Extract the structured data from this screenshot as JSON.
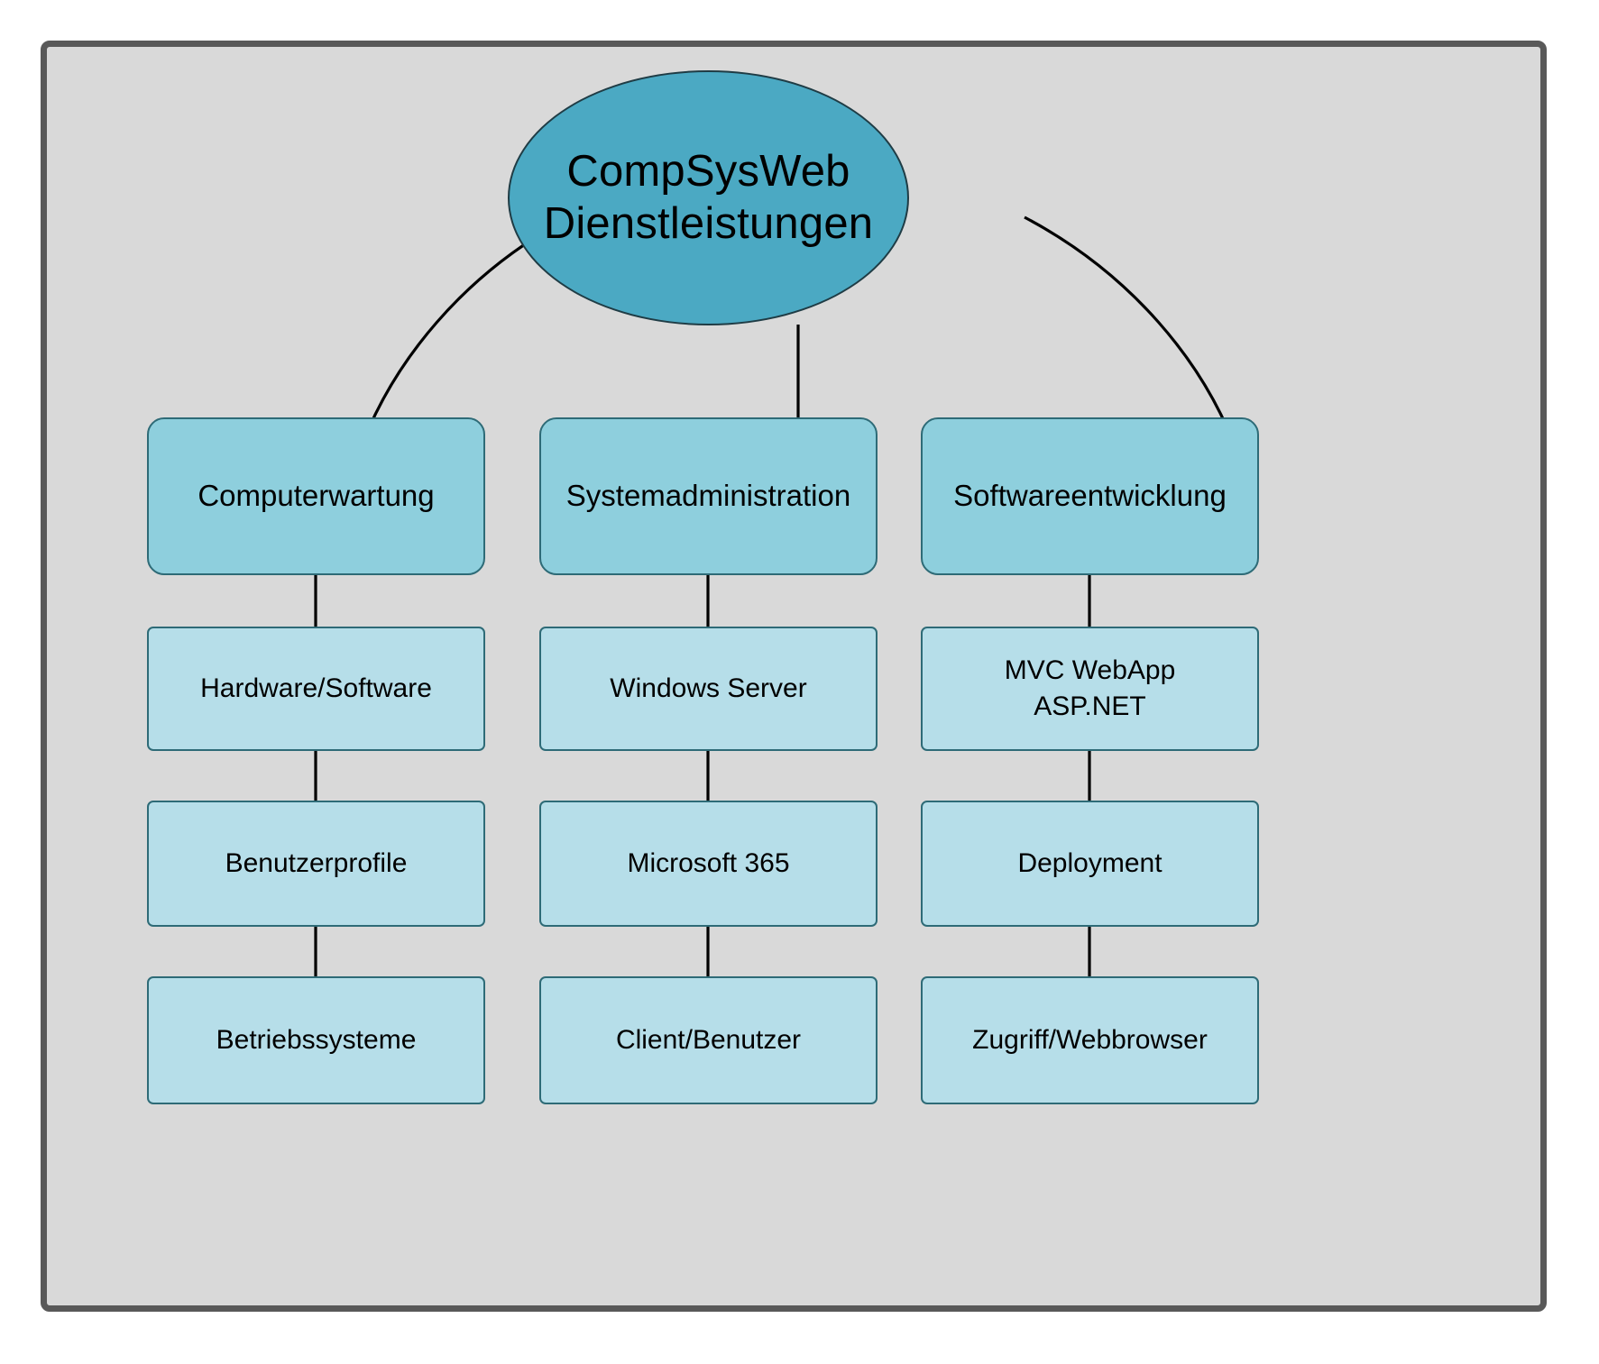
{
  "diagram": {
    "title": "CompSysWeb Dienstleistungen",
    "background_color": "#d9d9d9",
    "frame_border_color": "#595959",
    "root": {
      "name": "root-node",
      "line1": "CompSysWeb",
      "line2": "Dienstleistungen",
      "shape": "ellipse",
      "fill": "#4ba9c3"
    },
    "branches": [
      {
        "id": "computerwartung",
        "label": "Computerwartung",
        "fill": "#8ecfdd",
        "children": [
          {
            "id": "hardware-software",
            "label": "Hardware/Software",
            "fill": "#b6dee9"
          },
          {
            "id": "benutzerprofile",
            "label": "Benutzerprofile",
            "fill": "#b6dee9"
          },
          {
            "id": "betriebssysteme",
            "label": "Betriebssysteme",
            "fill": "#b6dee9"
          }
        ]
      },
      {
        "id": "systemadministration",
        "label": "Systemadministration",
        "fill": "#8ecfdd",
        "children": [
          {
            "id": "windows-server",
            "label": "Windows Server",
            "fill": "#b6dee9"
          },
          {
            "id": "microsoft-365",
            "label": "Microsoft 365",
            "fill": "#b6dee9"
          },
          {
            "id": "client-benutzer",
            "label": "Client/Benutzer",
            "fill": "#b6dee9"
          }
        ]
      },
      {
        "id": "softwareentwicklung",
        "label": "Softwareentwicklung",
        "fill": "#8ecfdd",
        "children": [
          {
            "id": "mvc-webapp",
            "label_line1": "MVC WebApp",
            "label_line2": "ASP.NET",
            "fill": "#b6dee9"
          },
          {
            "id": "deployment",
            "label": "Deployment",
            "fill": "#b6dee9"
          },
          {
            "id": "zugriff-webbrowser",
            "label": "Zugriff/Webbrowser",
            "fill": "#b6dee9"
          }
        ]
      }
    ]
  }
}
